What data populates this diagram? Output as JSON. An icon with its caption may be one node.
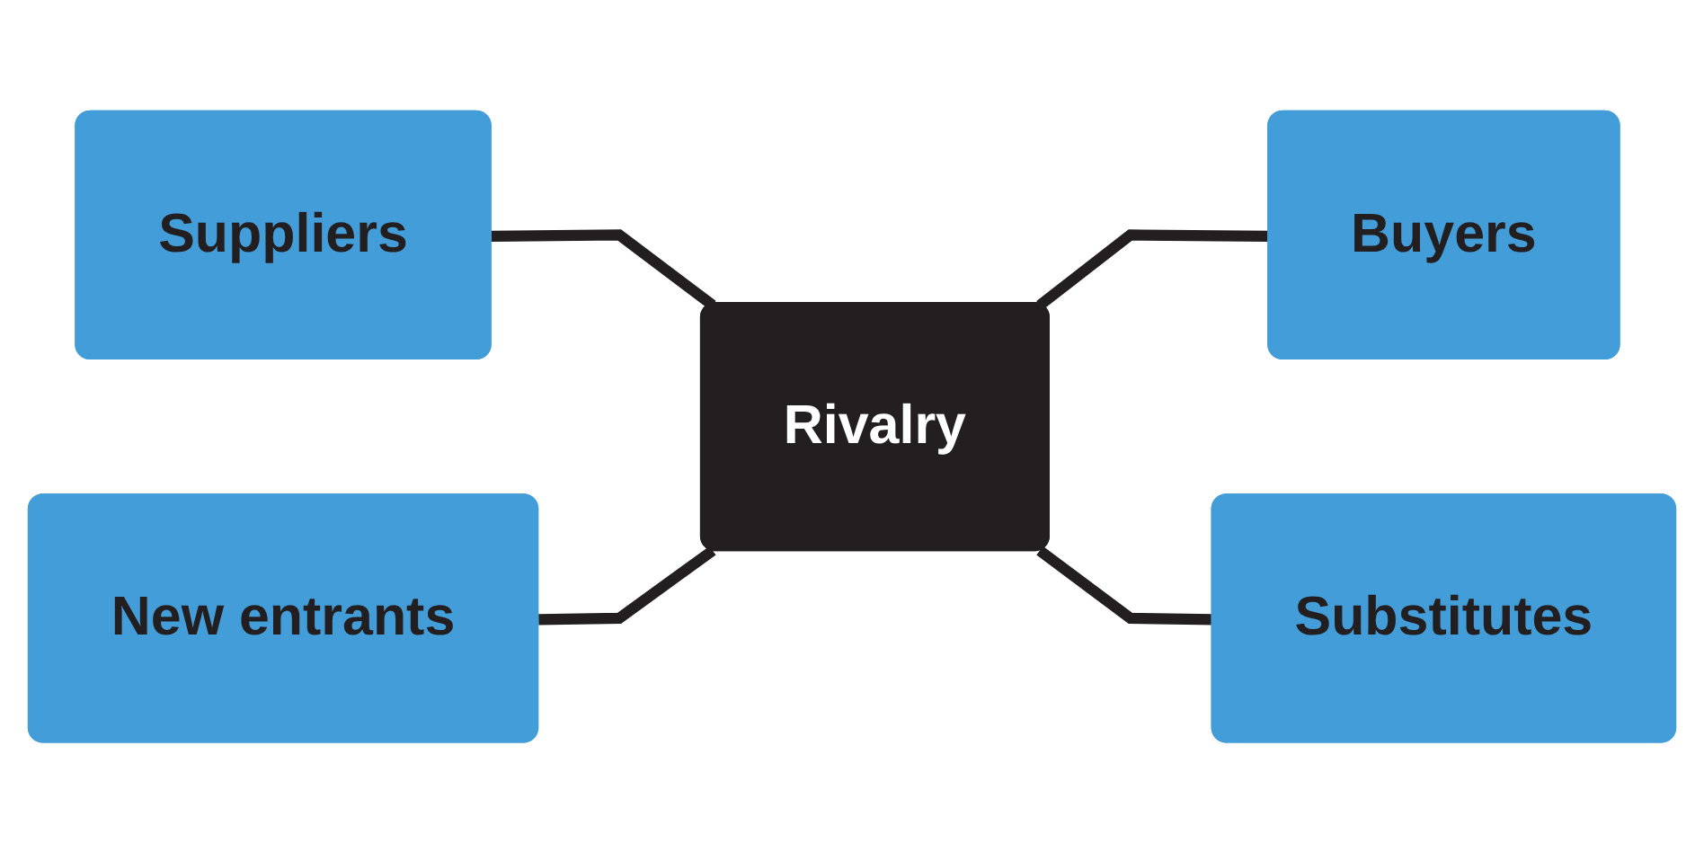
{
  "diagram": {
    "nodes": [
      {
        "text": [
          "Suppliers"
        ]
      },
      {
        "text": [
          "New entrants"
        ]
      },
      {
        "text": [
          "Rivalry"
        ]
      },
      {
        "text": [
          "Buyers"
        ]
      },
      {
        "text": [
          "Substitutes"
        ]
      }
    ],
    "edges": [
      {
        "from": 0,
        "to": 2,
        "arrow": "none"
      },
      {
        "from": 1,
        "to": 2,
        "arrow": "none"
      },
      {
        "from": 2,
        "to": 3,
        "arrow": "none"
      },
      {
        "from": 2,
        "to": 4,
        "arrow": "none"
      }
    ]
  }
}
